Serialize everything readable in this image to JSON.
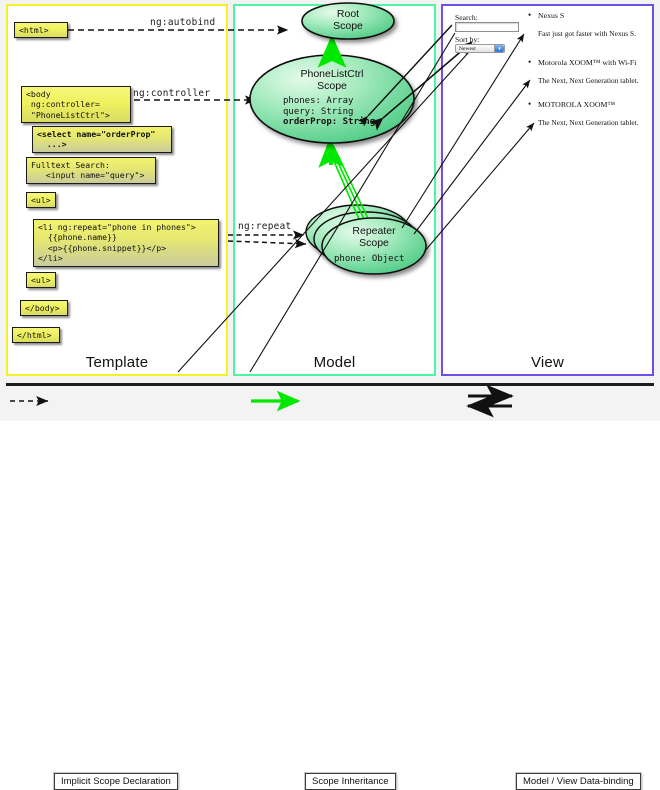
{
  "panels": {
    "template": {
      "label": "Template",
      "border_color": "#f5f128"
    },
    "model": {
      "label": "Model",
      "border_color": "#4ff3a8"
    },
    "view": {
      "label": "View",
      "border_color": "#6e4fe8"
    }
  },
  "template_code": [
    {
      "name": "html-open-tag",
      "text": "<html>"
    },
    {
      "name": "body-controller-tag",
      "text": "<body\n ng:controller=\n \"PhoneListCtrl\">"
    },
    {
      "name": "select-orderprop-tag",
      "text": "<select name=\"orderProp\"\n  ...>"
    },
    {
      "name": "fulltext-search-input",
      "text": "Fulltext Search:\n   <input name=\"query\">"
    },
    {
      "name": "ul-open-tag",
      "text": "<ul>"
    },
    {
      "name": "li-ngrepeat-tag",
      "text": "<li ng:repeat=\"phone in phones\">\n  {{phone.name}}\n  <p>{{phone.snippet}}</p>\n</li>"
    },
    {
      "name": "ul-close-tag",
      "text": "<ul>"
    },
    {
      "name": "body-close-tag",
      "text": "</body>"
    },
    {
      "name": "html-close-tag",
      "text": "</html>"
    }
  ],
  "connectors": [
    {
      "name": "ng-autobind-label",
      "text": "ng:autobind"
    },
    {
      "name": "ng-controller-label",
      "text": "ng:controller"
    },
    {
      "name": "ng-repeat-label",
      "text": "ng:repeat"
    }
  ],
  "scopes": [
    {
      "name": "root-scope",
      "title": "Root\nScope",
      "properties": ""
    },
    {
      "name": "phonelistctrl-scope",
      "title": "PhoneListCtrl\nScope",
      "properties_plain": "phones: Array\nquery: String",
      "properties_bold": "orderProp: String"
    },
    {
      "name": "repeater-scope",
      "title": "Repeater\nScope",
      "properties_plain": "phone: Object"
    }
  ],
  "view": {
    "search_label": "Search:",
    "search_value": "",
    "sort_label": "Sort by:",
    "sort_selected": "Newest",
    "sort_options": [
      "Newest"
    ],
    "phones": [
      {
        "name": "Nexus S",
        "snippet": "Fast just got faster with Nexus S."
      },
      {
        "name": "Motorola XOOM™  with Wi-Fi",
        "snippet": "The Next, Next Generation tablet."
      },
      {
        "name": "MOTOROLA XOOM™",
        "snippet": "The Next, Next Generation tablet."
      }
    ]
  },
  "legend": [
    {
      "name": "legend-implicit-scope-declaration",
      "text": "Implicit Scope Declaration",
      "style": "dashed-black"
    },
    {
      "name": "legend-scope-inheritance",
      "text": "Scope Inheritance",
      "style": "solid-green"
    },
    {
      "name": "legend-data-binding",
      "text": "Model / View Data-binding",
      "style": "double-black"
    }
  ],
  "colors": {
    "inheritance_green": "#00e800",
    "scope_fill_light": "#d8f7dd",
    "scope_fill_dark": "#58d48a",
    "code_yellow": "#eff15e"
  }
}
